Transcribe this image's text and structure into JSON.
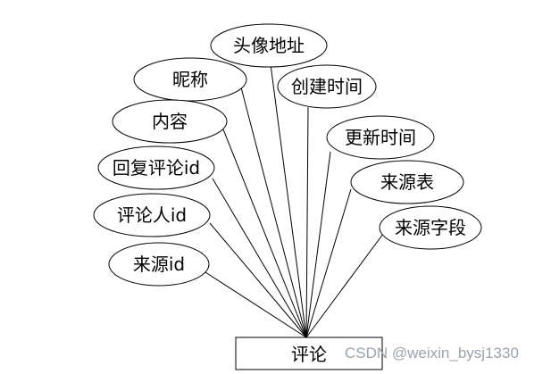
{
  "entity": {
    "label": "评论"
  },
  "attributes": [
    {
      "key": "avatar",
      "label": "头像地址"
    },
    {
      "key": "nickname",
      "label": "昵称"
    },
    {
      "key": "created",
      "label": "创建时间"
    },
    {
      "key": "content",
      "label": "内容"
    },
    {
      "key": "updated",
      "label": "更新时间"
    },
    {
      "key": "reply",
      "label": "回复评论id"
    },
    {
      "key": "source_table",
      "label": "来源表"
    },
    {
      "key": "commenter",
      "label": "评论人id"
    },
    {
      "key": "source_field",
      "label": "来源字段"
    },
    {
      "key": "source_id",
      "label": "来源id"
    }
  ],
  "watermark": "CSDN @weixin_bysj1330"
}
